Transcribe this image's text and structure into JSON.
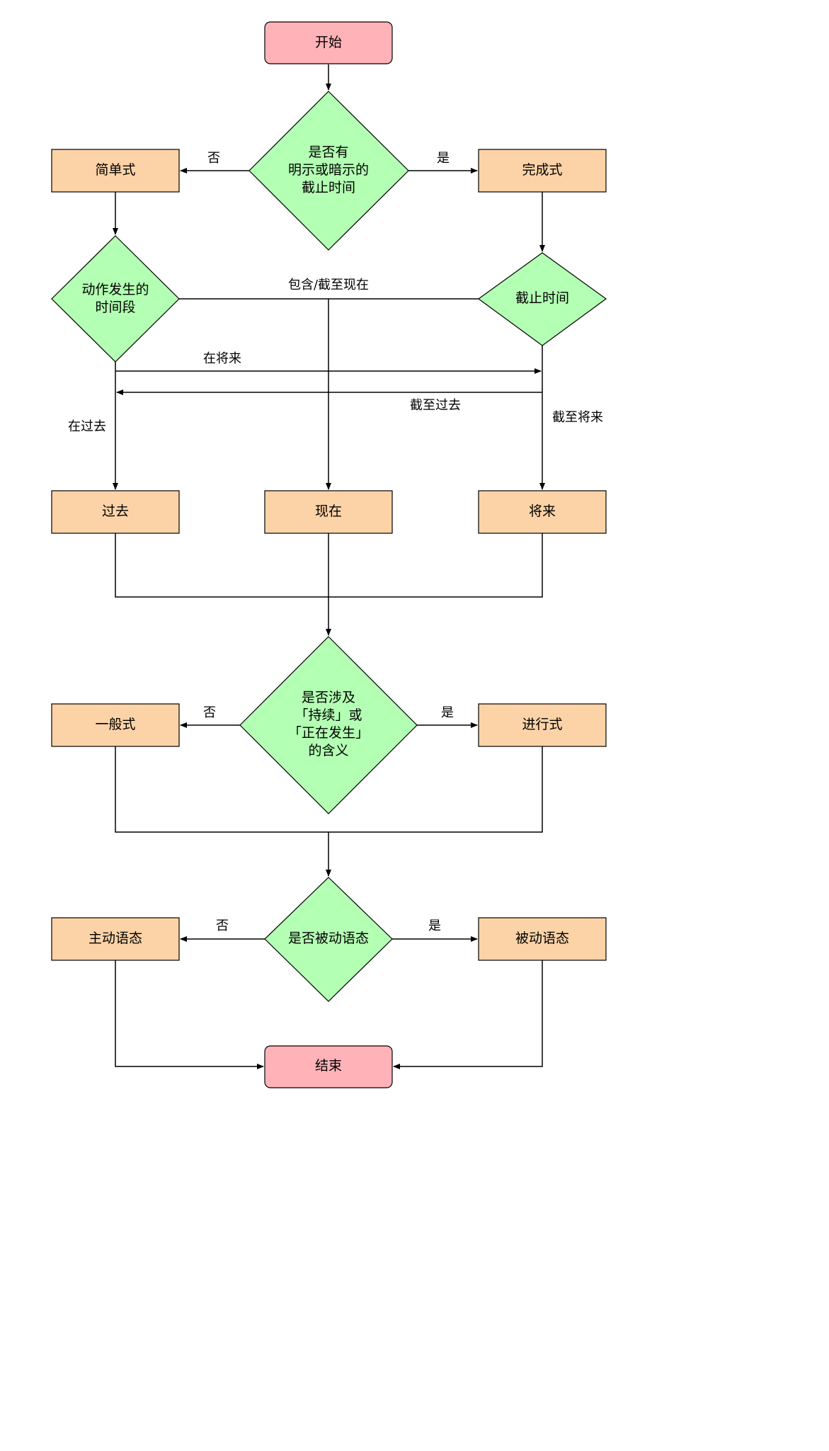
{
  "nodes": {
    "start": "开始",
    "q_deadline": [
      "是否有",
      "明示或暗示的",
      "截止时间"
    ],
    "simple": "简单式",
    "perfect": "完成式",
    "q_period": [
      "动作发生的",
      "时间段"
    ],
    "q_cutoff": "截止时间",
    "past": "过去",
    "present": "现在",
    "future": "将来",
    "q_continuous": [
      "是否涉及",
      "「持续」或",
      "「正在发生」",
      "的含义"
    ],
    "general": "一般式",
    "progressive": "进行式",
    "q_passive": "是否被动语态",
    "active_voice": "主动语态",
    "passive_voice": "被动语态",
    "end": "结束"
  },
  "edges": {
    "deadline_no": "否",
    "deadline_yes": "是",
    "include_until_now": "包含/截至现在",
    "in_future": "在将来",
    "until_past": "截至过去",
    "in_past": "在过去",
    "until_future": "截至将来",
    "continuous_no": "否",
    "continuous_yes": "是",
    "passive_no": "否",
    "passive_yes": "是"
  }
}
